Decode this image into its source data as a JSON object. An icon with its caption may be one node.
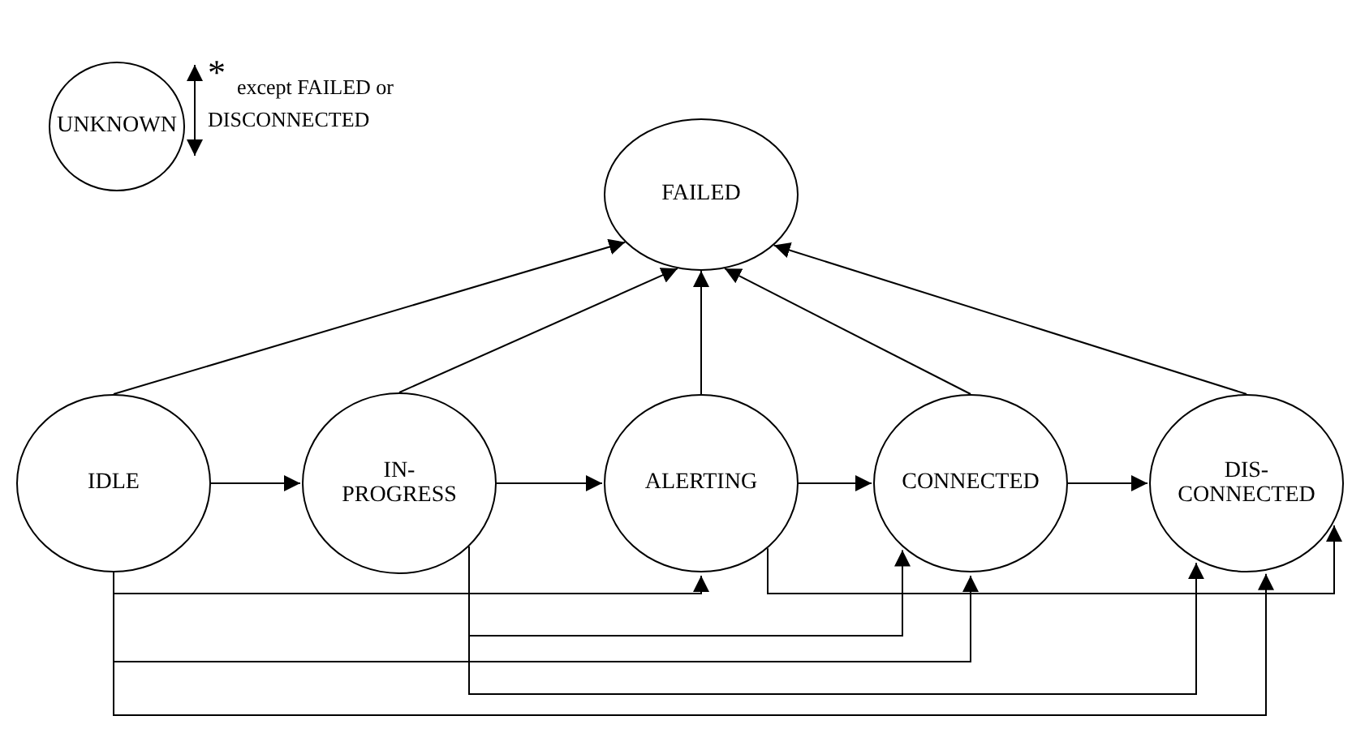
{
  "diagram": {
    "nodes": [
      {
        "text": [
          "UNKNOWN"
        ]
      },
      {
        "text": [
          "FAILED"
        ]
      },
      {
        "text": [
          "IDLE"
        ]
      },
      {
        "text": [
          "IN- PROGRESS"
        ]
      },
      {
        "text": [
          "ALERTING"
        ]
      },
      {
        "text": [
          "CONNECTED"
        ]
      },
      {
        "text": [
          "DIS- CONNECTED"
        ]
      }
    ],
    "edges": [
      {
        "from": 2,
        "to": 3,
        "arrow": "to"
      },
      {
        "from": 3,
        "to": 4,
        "arrow": "to"
      },
      {
        "from": 4,
        "to": 5,
        "arrow": "to"
      },
      {
        "from": 5,
        "to": 6,
        "arrow": "to"
      },
      {
        "from": 2,
        "to": 1,
        "arrow": "to"
      },
      {
        "from": 3,
        "to": 1,
        "arrow": "to"
      },
      {
        "from": 4,
        "to": 1,
        "arrow": "to"
      },
      {
        "from": 5,
        "to": 1,
        "arrow": "to"
      },
      {
        "from": 6,
        "to": 1,
        "arrow": "to"
      },
      {
        "from": 2,
        "to": 4,
        "arrow": "to"
      },
      {
        "from": 2,
        "to": 5,
        "arrow": "to"
      },
      {
        "from": 2,
        "to": 6,
        "arrow": "to"
      },
      {
        "from": 3,
        "to": 5,
        "arrow": "to"
      },
      {
        "from": 3,
        "to": 6,
        "arrow": "to"
      },
      {
        "from": 4,
        "to": 6,
        "arrow": "to"
      }
    ],
    "labels": [
      "*",
      "except FAILED or DISCONNECTED"
    ]
  }
}
